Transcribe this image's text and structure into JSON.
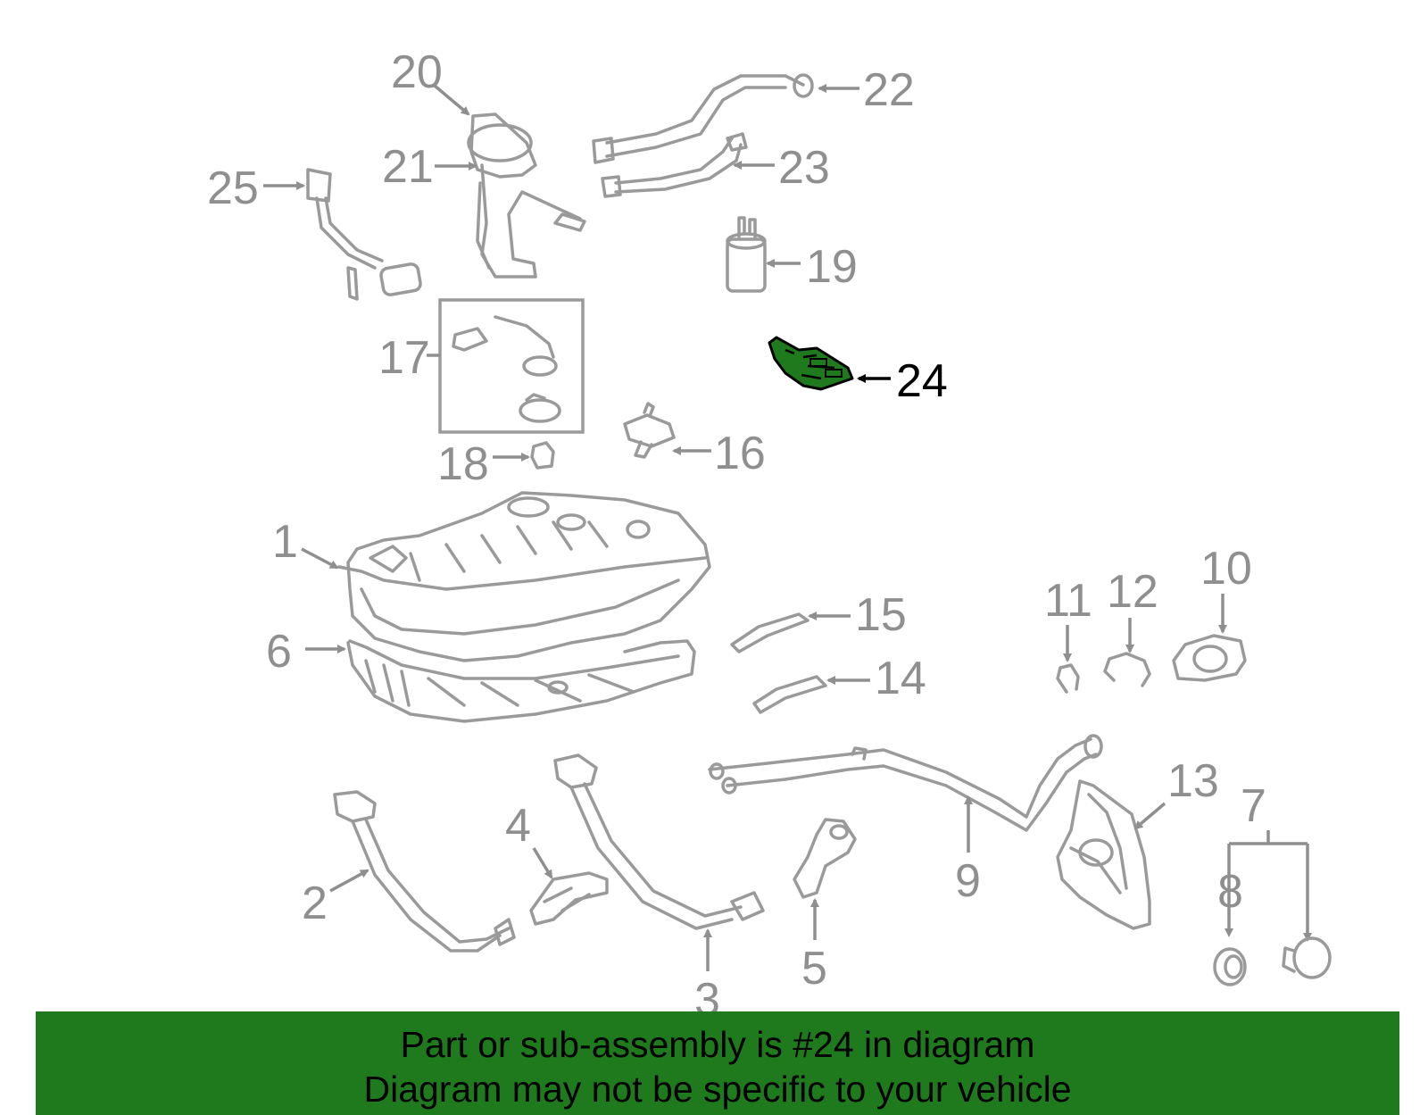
{
  "diagram": {
    "callouts": [
      "1",
      "2",
      "3",
      "4",
      "5",
      "6",
      "7",
      "8",
      "9",
      "10",
      "11",
      "12",
      "13",
      "14",
      "15",
      "16",
      "17",
      "18",
      "19",
      "20",
      "21",
      "22",
      "23",
      "24",
      "25"
    ],
    "highlighted_callout": "24",
    "colors": {
      "highlight": "#1e7a1c",
      "parts": "#9a9a9a",
      "banner": "#1e7a1c"
    }
  },
  "banner": {
    "line1": "Part or sub-assembly is #24 in diagram",
    "line2": "Diagram may not be specific to your vehicle"
  }
}
